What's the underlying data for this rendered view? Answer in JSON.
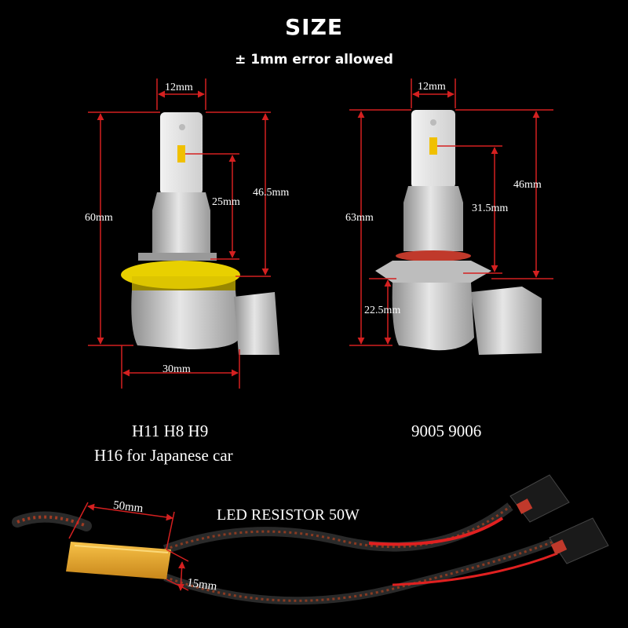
{
  "header": {
    "title": "SIZE",
    "subtitle": "± 1mm error allowed"
  },
  "bulb_h11": {
    "dims": {
      "width_top": "12mm",
      "total_height": "60mm",
      "upper_height": "46.5mm",
      "chip_to_base": "25mm",
      "base_width": "30mm"
    },
    "caption_line1": "H11 H8 H9",
    "caption_line2": "H16 for Japanese car"
  },
  "bulb_9005": {
    "dims": {
      "width_top": "12mm",
      "total_height": "63mm",
      "upper_height": "46mm",
      "chip_to_flange": "31.5mm",
      "base_height": "22.5mm"
    },
    "caption": "9005 9006"
  },
  "resistor": {
    "label": "LED RESISTOR 50W",
    "length": "50mm",
    "width": "15mm"
  },
  "colors": {
    "dimension_line": "#d42020",
    "metal": "#c9c9c9",
    "yellow_ring": "#e8d000",
    "resistor_gold": "#e7a520",
    "seal_red": "#c0392b"
  }
}
